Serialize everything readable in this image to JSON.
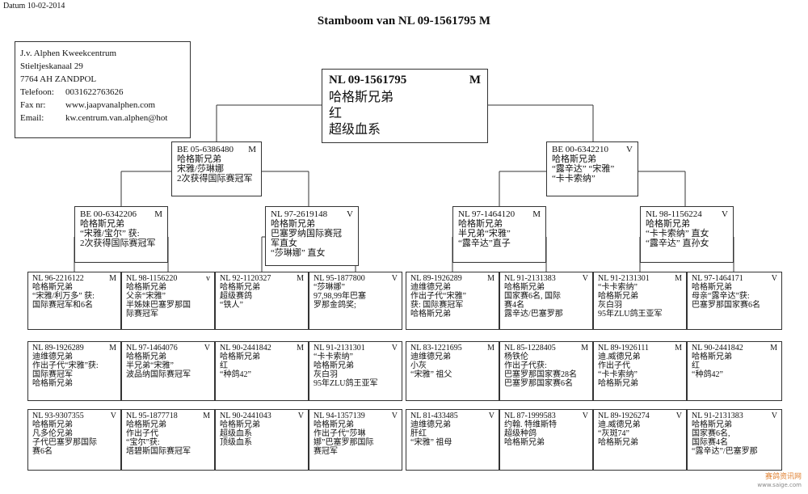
{
  "date_label": "Datum  10-02-2014",
  "title": "Stamboom van NL 09-1561795 M",
  "owner": {
    "name": "J.v. Alphen Kweekcentrum",
    "street": "Stieltjeskanaal 29",
    "postal_city": "7764 AH  ZANDPOL",
    "rows": [
      {
        "k": "Telefoon:",
        "v": "0031622763626"
      },
      {
        "k": "Fax nr:",
        "v": "www.jaapvanalphen.com"
      },
      {
        "k": "Email:",
        "v": "kw.centrum.van.alphen@hot"
      }
    ]
  },
  "root": {
    "ring": "NL   09-1561795",
    "sex": "M",
    "lines": [
      "哈格斯兄弟",
      "红",
      "超级血系"
    ]
  },
  "g1": [
    {
      "ring": "BE 05-6386480",
      "sex": "M",
      "lines": [
        "哈格斯兄弟",
        "宋雅/莎琳娜",
        "2次获得国际赛冠军"
      ]
    },
    {
      "ring": "BE 00-6342210",
      "sex": "V",
      "lines": [
        "哈格斯兄弟",
        "“露辛达” “宋雅”",
        "“卡卡索纳”"
      ]
    }
  ],
  "g2": [
    {
      "ring": "BE 00-6342206",
      "sex": "M",
      "lines": [
        "哈格斯兄弟",
        "“宋雅/宝尔” 获:",
        "2次获得国际赛冠军"
      ]
    },
    {
      "ring": "NL 97-2619148",
      "sex": "V",
      "lines": [
        "哈格斯兄弟",
        "巴塞罗纳国际赛冠",
        "军直女",
        "“莎琳娜” 直女"
      ]
    },
    {
      "ring": "NL 97-1464120",
      "sex": "M",
      "lines": [
        "哈格斯兄弟",
        "半兄弟“宋雅”",
        "“露辛达”直子"
      ]
    },
    {
      "ring": "NL 98-1156224",
      "sex": "V",
      "lines": [
        "哈格斯兄弟",
        "“卡卡索纳” 直女",
        "“露辛达” 直孙女"
      ]
    }
  ],
  "g3": [
    {
      "ring": "NL 96-2216122",
      "sex": "M",
      "lines": [
        "哈格斯兄弟",
        "“宋雅/利万多” 获:",
        "国际赛冠军和6名"
      ]
    },
    {
      "ring": "NL 98-1156220",
      "sex": "v",
      "lines": [
        "哈格斯兄弟",
        "父亲“宋雅”",
        "半姊妹巴塞罗那国",
        "际赛冠军"
      ]
    },
    {
      "ring": "NL 92-1120327",
      "sex": "M",
      "lines": [
        "哈格斯兄弟",
        "超级赛鸽",
        "“铁人”"
      ]
    },
    {
      "ring": "NL 95-1877800",
      "sex": "V",
      "lines": [
        "“莎琳娜”",
        "97,98,99年巴塞",
        "罗那金鸽奖;"
      ]
    },
    {
      "ring": "NL 89-1926289",
      "sex": "M",
      "lines": [
        "迪维德兄弟",
        "作出子代“宋雅”",
        "获: 国际赛冠军",
        "哈格斯兄弟"
      ]
    },
    {
      "ring": "NL 91-2131383",
      "sex": "V",
      "lines": [
        "哈格斯兄弟",
        "国家赛6名, 国际",
        "赛4名",
        "露辛达/巴塞罗那"
      ]
    },
    {
      "ring": "NL 91-2131301",
      "sex": "M",
      "lines": [
        "“卡卡索纳”",
        "哈格斯兄弟",
        "灰白羽",
        "95年ZLU鸽王亚军"
      ]
    },
    {
      "ring": "NL 97-1464171",
      "sex": "V",
      "lines": [
        "哈格斯兄弟",
        "母亲“露辛达”获:",
        "巴塞罗那国家赛6名"
      ]
    }
  ],
  "g4": [
    {
      "ring": "NL 89-1926289",
      "sex": "M",
      "lines": [
        "迪维德兄弟",
        "作出子代“宋雅”获:",
        "国际赛冠军",
        "哈格斯兄弟"
      ]
    },
    {
      "ring": "NL 97-1464076",
      "sex": "V",
      "lines": [
        "哈格斯兄弟",
        "半兄弟“宋雅”",
        "波品纳国际赛冠军"
      ]
    },
    {
      "ring": "NL 90-2441842",
      "sex": "M",
      "lines": [
        "哈格斯兄弟",
        "红",
        "“种鸽42”"
      ]
    },
    {
      "ring": "NL 91-2131301",
      "sex": "V",
      "lines": [
        "“卡卡索纳”",
        "哈格斯兄弟",
        "灰白羽",
        "95年ZLU鸽王亚军"
      ]
    },
    {
      "ring": "NL 83-1221695",
      "sex": "M",
      "lines": [
        "迪维德兄弟",
        "小灰",
        "“宋雅” 祖父"
      ]
    },
    {
      "ring": "NL 85-1228405",
      "sex": "M",
      "lines": [
        "杨铁伦",
        "作出子代获:",
        "巴塞罗那国家赛28名",
        "巴塞罗那国家赛6名"
      ]
    },
    {
      "ring": "NL 89-1926111",
      "sex": "M",
      "lines": [
        "迪.威德兄弟",
        "作出子代",
        "“卡卡索纳”",
        "哈格斯兄弟"
      ]
    },
    {
      "ring": "NL 90-2441842",
      "sex": "M",
      "lines": [
        "哈格斯兄弟",
        "红",
        "“种鸽42”"
      ]
    }
  ],
  "g5": [
    {
      "ring": "NL 93-9307355",
      "sex": "V",
      "lines": [
        "哈格斯兄弟",
        "凡多伦兄弟",
        "子代巴塞罗那国际",
        "赛6名"
      ]
    },
    {
      "ring": "NL 95-1877718",
      "sex": "M",
      "lines": [
        "哈格斯兄弟",
        "作出子代",
        "“宝尔”获:",
        "塔碧斯国际赛冠军"
      ]
    },
    {
      "ring": "NL 90-2441043",
      "sex": "V",
      "lines": [
        "哈格斯兄弟",
        "超级血系",
        "顶级血系"
      ]
    },
    {
      "ring": "NL 94-1357139",
      "sex": "V",
      "lines": [
        "哈格斯兄弟",
        "作出子代“莎琳",
        "娜”巴塞罗那国际",
        "赛冠军"
      ]
    },
    {
      "ring": "NL 81-433485",
      "sex": "V",
      "lines": [
        "迪维德兄弟",
        "肝红",
        "“宋雅” 祖母"
      ]
    },
    {
      "ring": "NL 87-1999583",
      "sex": "V",
      "lines": [
        "约翰. 特维斯特",
        "超级种鸽",
        "哈格斯兄弟"
      ]
    },
    {
      "ring": "NL 89-1926274",
      "sex": "V",
      "lines": [
        "迪.威德兄弟",
        "“灰斑74”",
        "哈格斯兄弟"
      ]
    },
    {
      "ring": "NL 91-2131383",
      "sex": "V",
      "lines": [
        "哈格斯兄弟",
        "国家赛6名,",
        "国际赛4名",
        "“露辛达”/巴塞罗那"
      ]
    }
  ],
  "watermark": {
    "main": "赛鸽资讯网",
    "sub": "www.saige.com"
  }
}
